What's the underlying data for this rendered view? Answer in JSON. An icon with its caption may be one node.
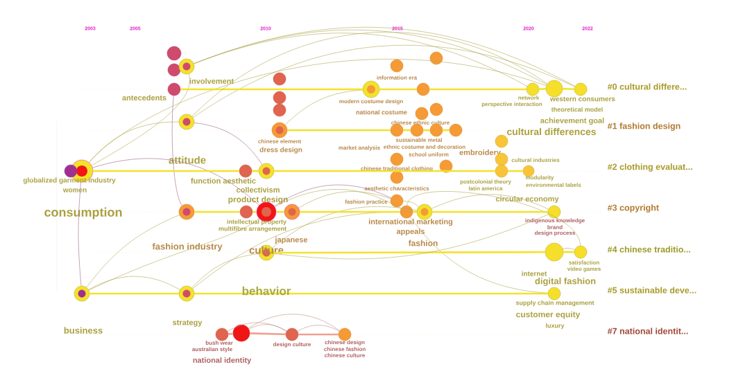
{
  "diagram": {
    "nodes": [
      {
        "text": [],
        "shape": "circle"
      },
      {
        "text": [],
        "shape": "circle"
      },
      {
        "text": [
          "involvement"
        ]
      },
      {
        "text": [
          "antecedents"
        ]
      },
      {
        "text": [],
        "shape": "circle"
      },
      {
        "text": [],
        "shape": "circle"
      },
      {
        "text": [],
        "shape": "circle"
      },
      {
        "text": [
          "modern costume design",
          "national costume"
        ]
      },
      {
        "text": [
          "information era"
        ]
      },
      {
        "text": [],
        "shape": "circle"
      },
      {
        "text": [],
        "shape": "circle"
      },
      {
        "text": [
          "network",
          "perspective interaction"
        ]
      },
      {
        "text": [
          "western consumers",
          "theoretical model",
          "cultural differences"
        ]
      },
      {
        "text": [
          "achievement goal"
        ]
      },
      {
        "text": [
          "attitude"
        ]
      },
      {
        "text": [
          "chinese element",
          "dress design"
        ]
      },
      {
        "text": [
          "market analysis"
        ]
      },
      {
        "text": [
          "chinese ethnic culture"
        ]
      },
      {
        "text": [],
        "shape": "circle"
      },
      {
        "text": [
          "sustainable metal"
        ]
      },
      {
        "text": [
          "ethnic costume and decoration",
          "school uniform"
        ]
      },
      {
        "text": [
          "embroidery"
        ]
      },
      {
        "text": [],
        "shape": "circle"
      },
      {
        "text": [],
        "shape": "circle"
      },
      {
        "text": [
          "globalized garment industry",
          "women",
          "consumption"
        ]
      },
      {
        "text": [],
        "shape": "circle"
      },
      {
        "text": [
          "function aesthetic"
        ]
      },
      {
        "text": [
          "collectivism"
        ]
      },
      {
        "text": [
          "chinese traditional clothing"
        ]
      },
      {
        "text": [
          "aesthetic characteristics"
        ]
      },
      {
        "text": [
          "cultural industries"
        ]
      },
      {
        "text": [
          "postcolonial theory",
          "latin america"
        ]
      },
      {
        "text": [
          "modularity",
          "environmental labels",
          "circular economy"
        ]
      },
      {
        "text": [
          "fashion industry"
        ]
      },
      {
        "text": [],
        "shape": "circle"
      },
      {
        "text": [
          "product design",
          "intellectual property",
          "multifibre arrangement"
        ]
      },
      {
        "text": [
          "japanese"
        ]
      },
      {
        "text": [
          "fashion practice"
        ]
      },
      {
        "text": [
          "international marketing"
        ]
      },
      {
        "text": [
          "appeals",
          "fashion"
        ]
      },
      {
        "text": [
          "indigenous knowledge",
          "brand",
          "design process"
        ]
      },
      {
        "text": [
          "culture"
        ]
      },
      {
        "text": [
          "internet",
          "digital fashion"
        ]
      },
      {
        "text": [
          "satisfaction",
          "video games"
        ]
      },
      {
        "text": [
          "business"
        ]
      },
      {
        "text": [
          "strategy"
        ]
      },
      {
        "text": [
          "supply chain management",
          "customer equity",
          "luxury"
        ]
      },
      {
        "text": [
          "bush wear"
        ]
      },
      {
        "text": [
          "australian style",
          "national identity"
        ]
      },
      {
        "text": [
          "design culture"
        ]
      },
      {
        "text": [
          "chinese design",
          "chinese fashion",
          "chinese culture"
        ]
      }
    ],
    "edges": [
      {
        "from": 24,
        "to": 2,
        "arrow": "none"
      },
      {
        "from": 24,
        "to": 14,
        "arrow": "none"
      },
      {
        "from": 24,
        "to": 12,
        "arrow": "none"
      },
      {
        "from": 24,
        "to": 35,
        "arrow": "none",
        "color": "#a0608a"
      },
      {
        "from": 24,
        "to": 44,
        "arrow": "none",
        "color": "#a0608a"
      },
      {
        "from": 2,
        "to": 12,
        "arrow": "none"
      },
      {
        "from": 14,
        "to": 13,
        "arrow": "none"
      },
      {
        "from": 2,
        "to": 13,
        "arrow": "none"
      },
      {
        "from": 14,
        "to": 27,
        "arrow": "none",
        "color": "#a0608a"
      },
      {
        "from": 3,
        "to": 33,
        "arrow": "none",
        "color": "#a0608a"
      },
      {
        "from": 44,
        "to": 35,
        "arrow": "none"
      },
      {
        "from": 45,
        "to": 39,
        "arrow": "none"
      },
      {
        "from": 41,
        "to": 39,
        "arrow": "none"
      },
      {
        "from": 35,
        "to": 37,
        "arrow": "none",
        "color": "#a0608a"
      },
      {
        "from": 37,
        "to": 39,
        "arrow": "none"
      },
      {
        "from": 39,
        "to": 40,
        "arrow": "none"
      },
      {
        "from": 38,
        "to": 46,
        "arrow": "none"
      },
      {
        "from": 38,
        "to": 43,
        "arrow": "none"
      },
      {
        "from": 48,
        "to": 50,
        "arrow": "none",
        "color": "#c09080"
      },
      {
        "from": 47,
        "to": 49,
        "arrow": "none",
        "color": "#c09080"
      },
      {
        "from": 15,
        "to": 7,
        "arrow": "none"
      },
      {
        "from": 44,
        "to": 45,
        "arrow": "none"
      },
      {
        "from": 42,
        "to": 43,
        "arrow": "none"
      },
      {
        "from": 3,
        "to": 7,
        "arrow": "none",
        "style": "thick",
        "color": "#f2e22a"
      },
      {
        "from": 7,
        "to": 9,
        "arrow": "none",
        "style": "thick",
        "color": "#f2e22a"
      },
      {
        "from": 9,
        "to": 11,
        "arrow": "none",
        "style": "thick",
        "color": "#f2e22a"
      },
      {
        "from": 11,
        "to": 12,
        "arrow": "none",
        "style": "thick",
        "color": "#f2e22a"
      },
      {
        "from": 12,
        "to": 13,
        "arrow": "none",
        "style": "thick",
        "color": "#f2e22a"
      },
      {
        "from": 15,
        "to": 16,
        "arrow": "none",
        "style": "thick",
        "color": "#f2e22a"
      },
      {
        "from": 16,
        "to": 19,
        "arrow": "none",
        "style": "thick",
        "color": "#f2e22a"
      },
      {
        "from": 19,
        "to": 20,
        "arrow": "none",
        "style": "thick",
        "color": "#f2e22a"
      },
      {
        "from": 20,
        "to": 21,
        "arrow": "none",
        "style": "thick",
        "color": "#f2e22a"
      },
      {
        "from": 24,
        "to": 26,
        "arrow": "none",
        "style": "thick",
        "color": "#f2e22a"
      },
      {
        "from": 26,
        "to": 27,
        "arrow": "none",
        "style": "thick",
        "color": "#f2e22a"
      },
      {
        "from": 27,
        "to": 31,
        "arrow": "none",
        "style": "thick",
        "color": "#f2e22a"
      },
      {
        "from": 31,
        "to": 32,
        "arrow": "none",
        "style": "thick",
        "color": "#f2e22a"
      },
      {
        "from": 33,
        "to": 34,
        "arrow": "none",
        "style": "thick",
        "color": "#f2e22a"
      },
      {
        "from": 34,
        "to": 35,
        "arrow": "none",
        "style": "thick",
        "color": "#f2e22a"
      },
      {
        "from": 35,
        "to": 36,
        "arrow": "none",
        "style": "thick",
        "color": "#f2e22a"
      },
      {
        "from": 36,
        "to": 38,
        "arrow": "none",
        "style": "thick",
        "color": "#f2e22a"
      },
      {
        "from": 38,
        "to": 39,
        "arrow": "none",
        "style": "thick",
        "color": "#f2e22a"
      },
      {
        "from": 39,
        "to": 40,
        "arrow": "none",
        "style": "thick",
        "color": "#f2e22a"
      },
      {
        "from": 41,
        "to": 42,
        "arrow": "none",
        "style": "thick",
        "color": "#f2e22a"
      },
      {
        "from": 42,
        "to": 43,
        "arrow": "none",
        "style": "thick",
        "color": "#f2e22a"
      },
      {
        "from": 44,
        "to": 45,
        "arrow": "none",
        "style": "thick",
        "color": "#f2e22a"
      },
      {
        "from": 45,
        "to": 46,
        "arrow": "none",
        "style": "thick",
        "color": "#f2e22a"
      },
      {
        "from": 47,
        "to": 48,
        "arrow": "none",
        "style": "thick",
        "color": "#f0a090"
      },
      {
        "from": 48,
        "to": 49,
        "arrow": "none",
        "style": "thick",
        "color": "#f0a090"
      },
      {
        "from": 49,
        "to": 50,
        "arrow": "none",
        "style": "thick",
        "color": "#f0a090"
      },
      {
        "from": 14,
        "to": 12,
        "arrow": "none"
      },
      {
        "from": 2,
        "to": 11,
        "arrow": "none"
      },
      {
        "from": 45,
        "to": 41,
        "arrow": "none"
      },
      {
        "from": 44,
        "to": 33,
        "arrow": "none"
      },
      {
        "from": 36,
        "to": 37,
        "arrow": "none"
      },
      {
        "from": 48,
        "to": 49,
        "arrow": "none",
        "color": "#c09080"
      },
      {
        "from": 49,
        "to": 50,
        "arrow": "none",
        "color": "#c09080"
      },
      {
        "from": 35,
        "to": 38,
        "arrow": "none"
      },
      {
        "from": 41,
        "to": 40,
        "arrow": "none"
      }
    ],
    "labels": [
      "2003",
      "2005",
      "2010",
      "2015",
      "2020",
      "2022",
      "#0 cultural differe...",
      "#1 fashion design",
      "#2 clothing evaluat...",
      "#3 copyright",
      "#4 chinese traditio...",
      "#5 sustainable deve...",
      "#7 national identit...",
      "behavior"
    ]
  }
}
